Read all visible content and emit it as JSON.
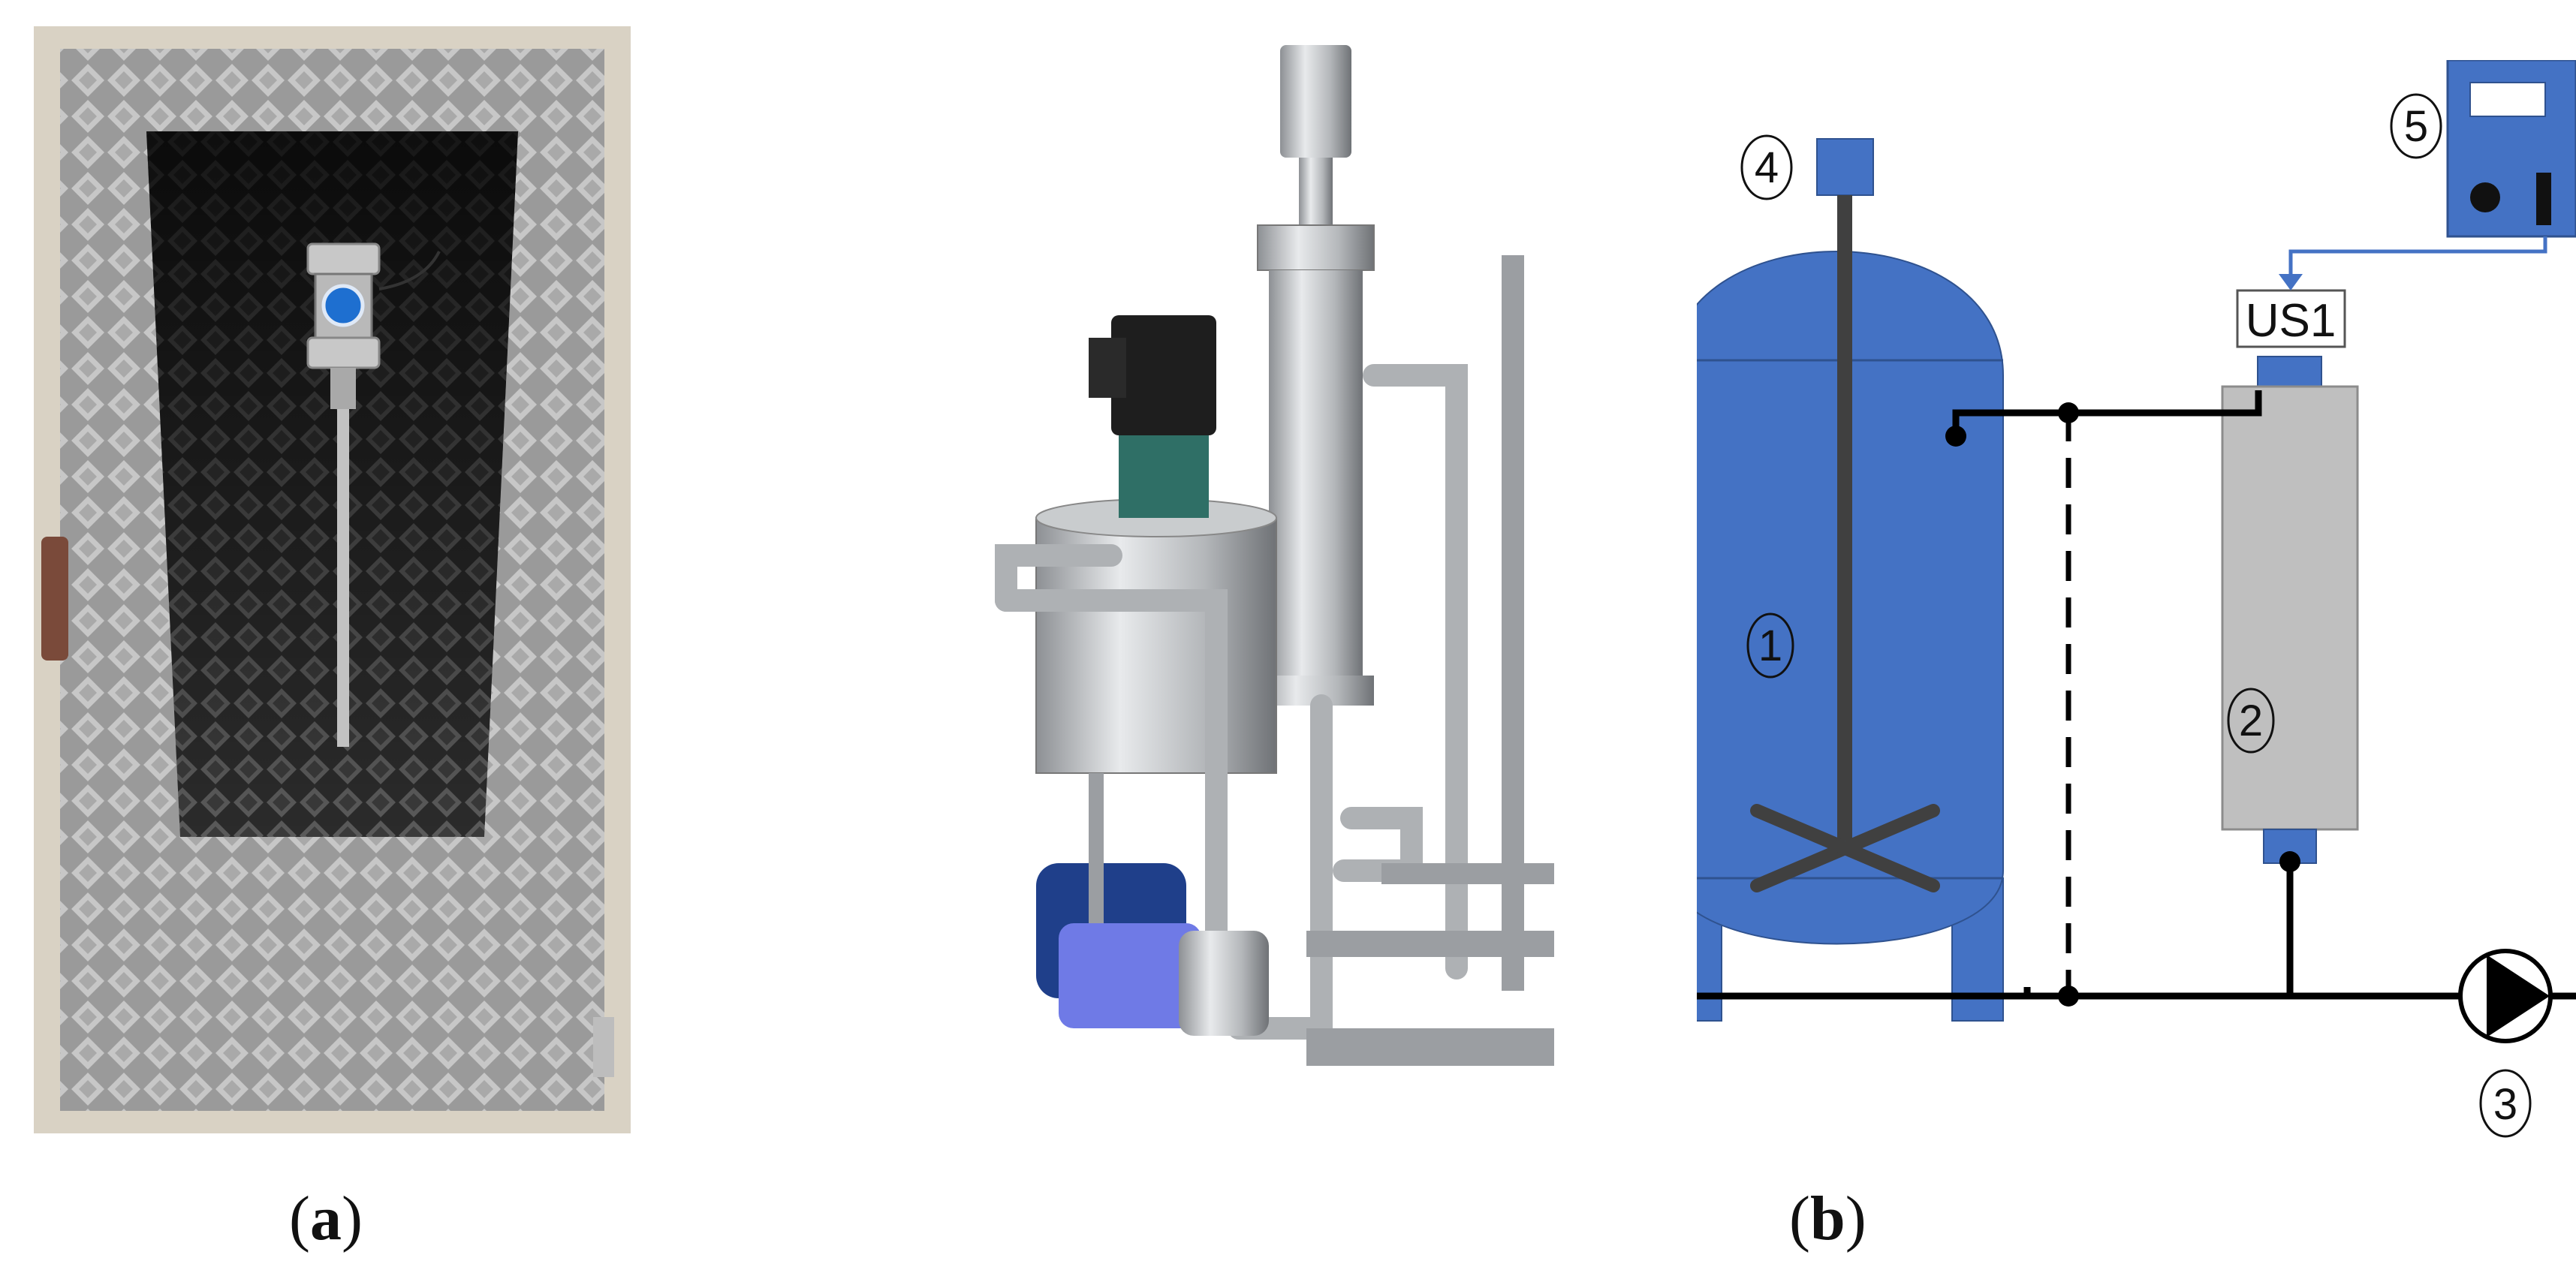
{
  "captions": {
    "panel_a": {
      "open": "(",
      "letter": "a",
      "close": ")"
    },
    "panel_b": {
      "open": "(",
      "letter": "b",
      "close": ")"
    }
  },
  "diagram": {
    "labels": {
      "tank": "1",
      "cell": "2",
      "pump": "3",
      "stirrer_motor": "4",
      "generator": "5",
      "transducer": "US1"
    },
    "colors": {
      "equipment_blue": "#4472C4",
      "equipment_blue_dark": "#2F528F",
      "cell_gray": "#BFBFBF",
      "line_black": "#000000",
      "shaft_dark": "#404040"
    }
  }
}
